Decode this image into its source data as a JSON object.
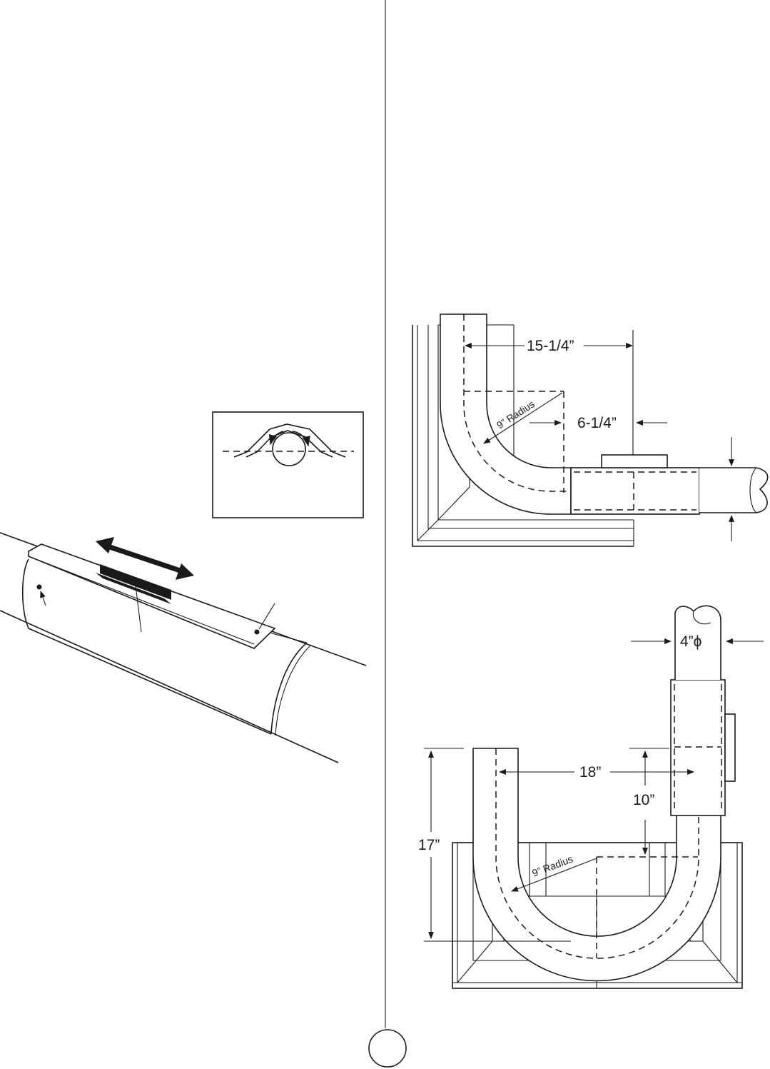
{
  "figures": {
    "elbow_90": {
      "dim_horizontal": "15-1/4”",
      "dim_offset": "6-1/4”",
      "radius_label": "9” Radius"
    },
    "u_bend": {
      "diameter": "4”ϕ",
      "dim_span": "18”",
      "dim_riser": "10”",
      "dim_height": "17”",
      "radius_label": "9” Radius"
    }
  }
}
